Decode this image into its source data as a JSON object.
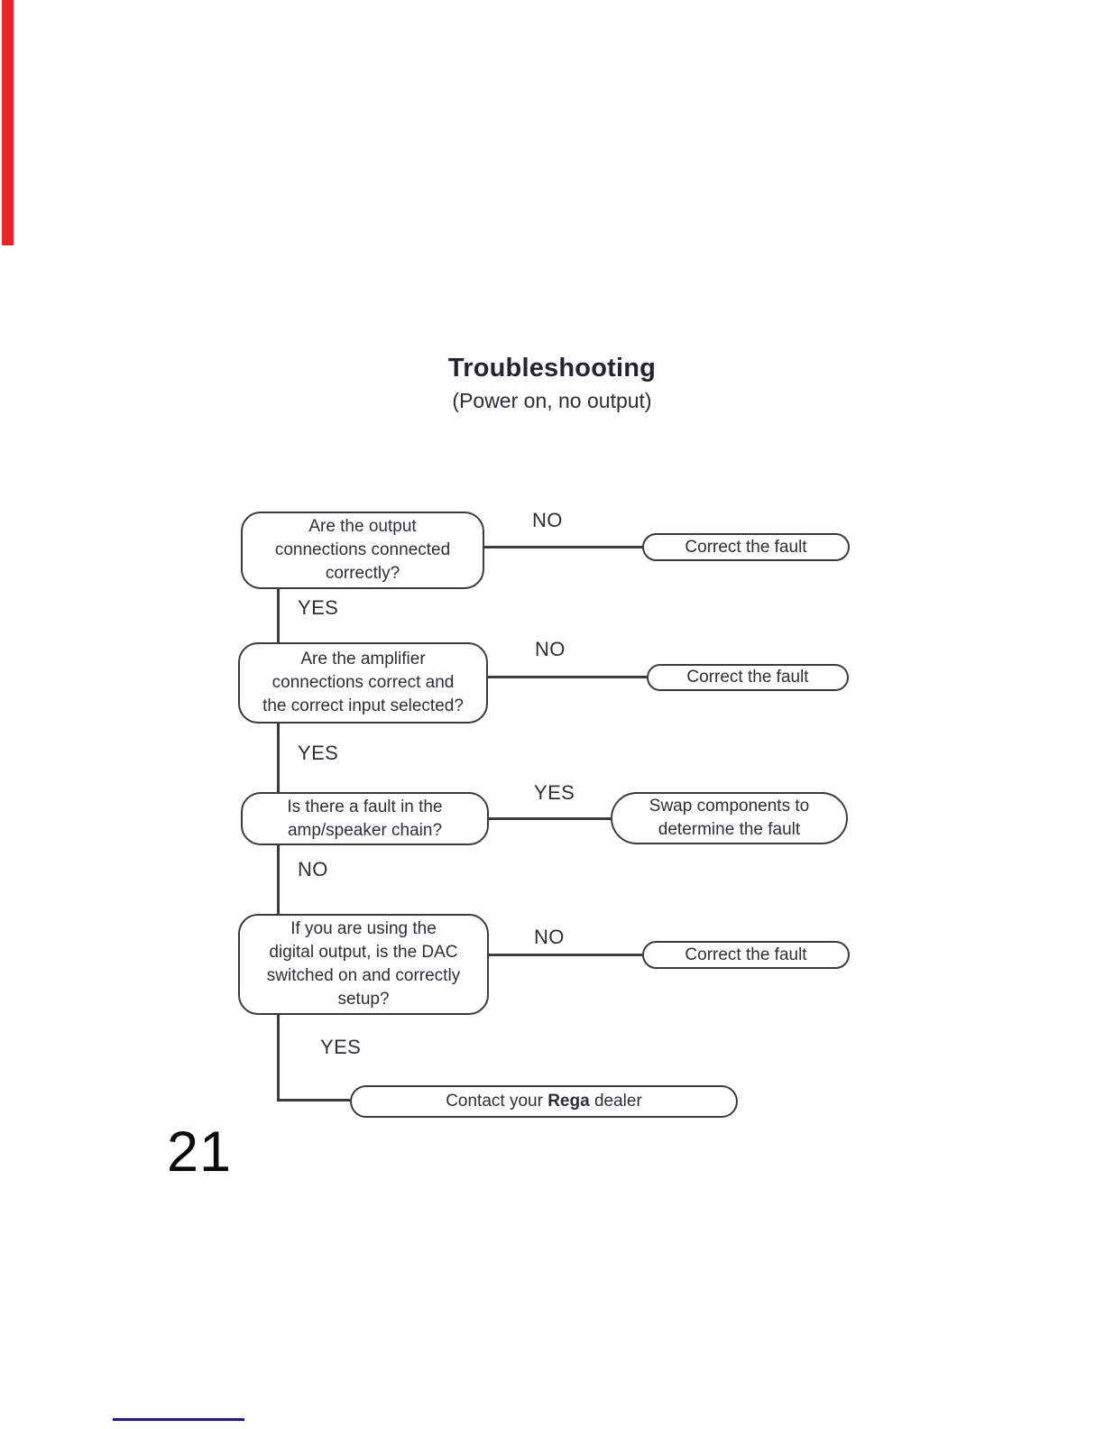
{
  "document": {
    "title": "Troubleshooting",
    "subtitle": "(Power on, no output)",
    "page_number": "21"
  },
  "flowchart": {
    "questions": {
      "q1": "Are the output\nconnections connected\ncorrectly?",
      "q2": "Are the amplifier\nconnections correct and\nthe correct input selected?",
      "q3": "Is there a fault in the\namp/speaker chain?",
      "q4": "If you are using the\ndigital output, is the DAC\nswitched on and correctly\nsetup?"
    },
    "answers": {
      "a1": "Correct the fault",
      "a2": "Correct the fault",
      "a3": "Swap components to\ndetermine the fault",
      "a4": "Correct the fault",
      "a5_prefix": "Contact your ",
      "a5_brand": "Rega",
      "a5_suffix": " dealer"
    },
    "branch_labels": {
      "q1_branch": "NO",
      "q1_down": "YES",
      "q2_branch": "NO",
      "q2_down": "YES",
      "q3_branch": "YES",
      "q3_down": "NO",
      "q4_branch": "NO",
      "q4_down": "YES"
    }
  },
  "decorations": {
    "accent_red": "#e8232a",
    "footer_rule_navy": "#1c1c7e"
  }
}
